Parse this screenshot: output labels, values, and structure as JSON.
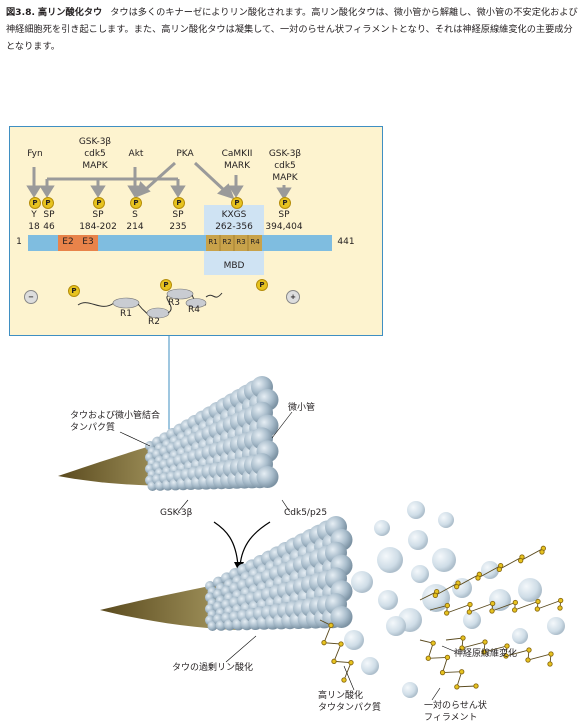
{
  "caption": {
    "fig": "図3.8.",
    "title": "高リン酸化タウ",
    "body": "タウは多くのキナーゼによりリン酸化されます。高リン酸化タウは、微小管から解離し、微小管の不安定化および神経細胞死を引き起こします。また、高リン酸化タウは凝集して、一対のらせん状フィラメントとなり、それは神経原線維変化の主要成分となります。"
  },
  "kinases": {
    "fyn": "Fyn",
    "gsk_a_1": "GSK-3β",
    "gsk_a_2": "cdk5",
    "gsk_a_3": "MAPK",
    "akt": "Akt",
    "pka": "PKA",
    "camkii_1": "CaMKII",
    "camkii_2": "MARK",
    "gsk_b_1": "GSK-3β",
    "gsk_b_2": "cdk5",
    "gsk_b_3": "MAPK"
  },
  "sites": {
    "y_label": "Y",
    "y_num": "18",
    "sp1_label": "SP",
    "sp1_num": "46",
    "sp2_label": "SP",
    "sp2_num": "184-202",
    "s_label": "S",
    "s_num": "214",
    "sp3_label": "SP",
    "sp3_num": "235",
    "kxgs_label": "KXGS",
    "kxgs_num": "262-356",
    "sp4_label": "SP",
    "sp4_num": "394,404"
  },
  "protein": {
    "start": "1",
    "end": "441",
    "e2": "E2",
    "e3": "E3",
    "r1": "R1",
    "r2": "R2",
    "r3": "R3",
    "r4": "R4",
    "mbd": "MBD"
  },
  "phospho_symbol": "P",
  "minus": "−",
  "plus": "+",
  "repeats": {
    "r1": "R1",
    "r2": "R2",
    "r3": "R3",
    "r4": "R4"
  },
  "labels": {
    "tau_mt": "タウおよび微小管結合\nタンパク質",
    "microtubule": "微小管",
    "gsk": "GSK-3β",
    "cdk5": "Cdk5/p25",
    "hyper_phos": "タウの過剰リン酸化",
    "nft": "神経原線維変化",
    "hyper_tau_1": "高リン酸化",
    "hyper_tau_2": "タウタンパク質",
    "phf_1": "一対のらせん状",
    "phf_2": "フィラメント"
  },
  "colors": {
    "panel_bg": "#fdf3cf",
    "panel_border": "#3f8fc2",
    "protein_bar": "#7fbde0",
    "exon": "#e8834a",
    "repeat": "#c8a24a",
    "kxgs_box": "#cfe3f3",
    "phospho": "#e7c31f",
    "arrow_gray": "#9a9a9a"
  }
}
